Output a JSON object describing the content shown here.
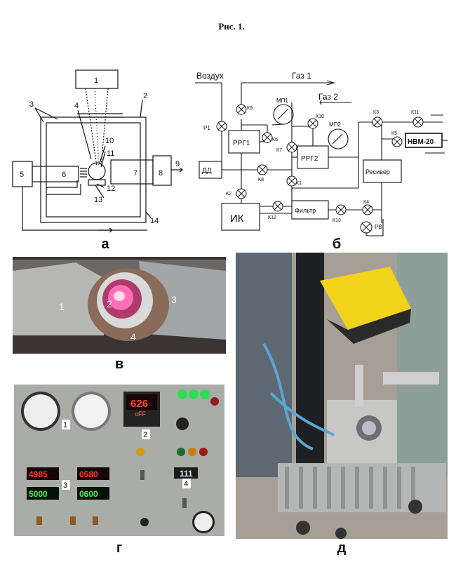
{
  "figure_title": "Рис. 1.",
  "panels": {
    "a": {
      "label": "а",
      "callouts": [
        "1",
        "2",
        "3",
        "4",
        "5",
        "6",
        "7",
        "8",
        "9",
        "10",
        "11",
        "12",
        "13",
        "14"
      ]
    },
    "b": {
      "label": "б",
      "texts": {
        "air": "Воздух",
        "gas1": "Газ 1",
        "gas2": "Газ 2",
        "rrg1": "РРГ1",
        "rrg2": "РРГ2",
        "dd": "ДД",
        "ik": "ИК",
        "filter": "Фильтр",
        "receiver": "Ресивер",
        "nvm": "НВМ-20",
        "mp1": "МП1",
        "mp2": "МП2",
        "p1": "Р1",
        "rv": "РВ",
        "k1": "К1",
        "k2": "К2",
        "k3": "К3",
        "k4": "К4",
        "k5": "К5",
        "k6": "К6",
        "k7": "К7",
        "k8": "К8",
        "k9": "К9",
        "k10": "К10",
        "k11": "К11",
        "k12": "К12",
        "k13": "К13"
      }
    },
    "v": {
      "label": "в",
      "callouts": [
        "1",
        "2",
        "3",
        "4"
      ]
    },
    "g": {
      "label": "г",
      "callouts": [
        "1",
        "2",
        "3",
        "4"
      ],
      "displays": {
        "main_top": "626",
        "main_bottom": "oFF",
        "d1": "4985",
        "d2": "0580",
        "d3": "5000",
        "d4": "0600",
        "d5": "111"
      }
    },
    "d": {
      "label": "д"
    }
  },
  "colors": {
    "line": "#111111",
    "photo_v_bg": "#3a3432",
    "panel_g_bg": "#a9aca7",
    "lab_yellow": "#f2d31c"
  }
}
